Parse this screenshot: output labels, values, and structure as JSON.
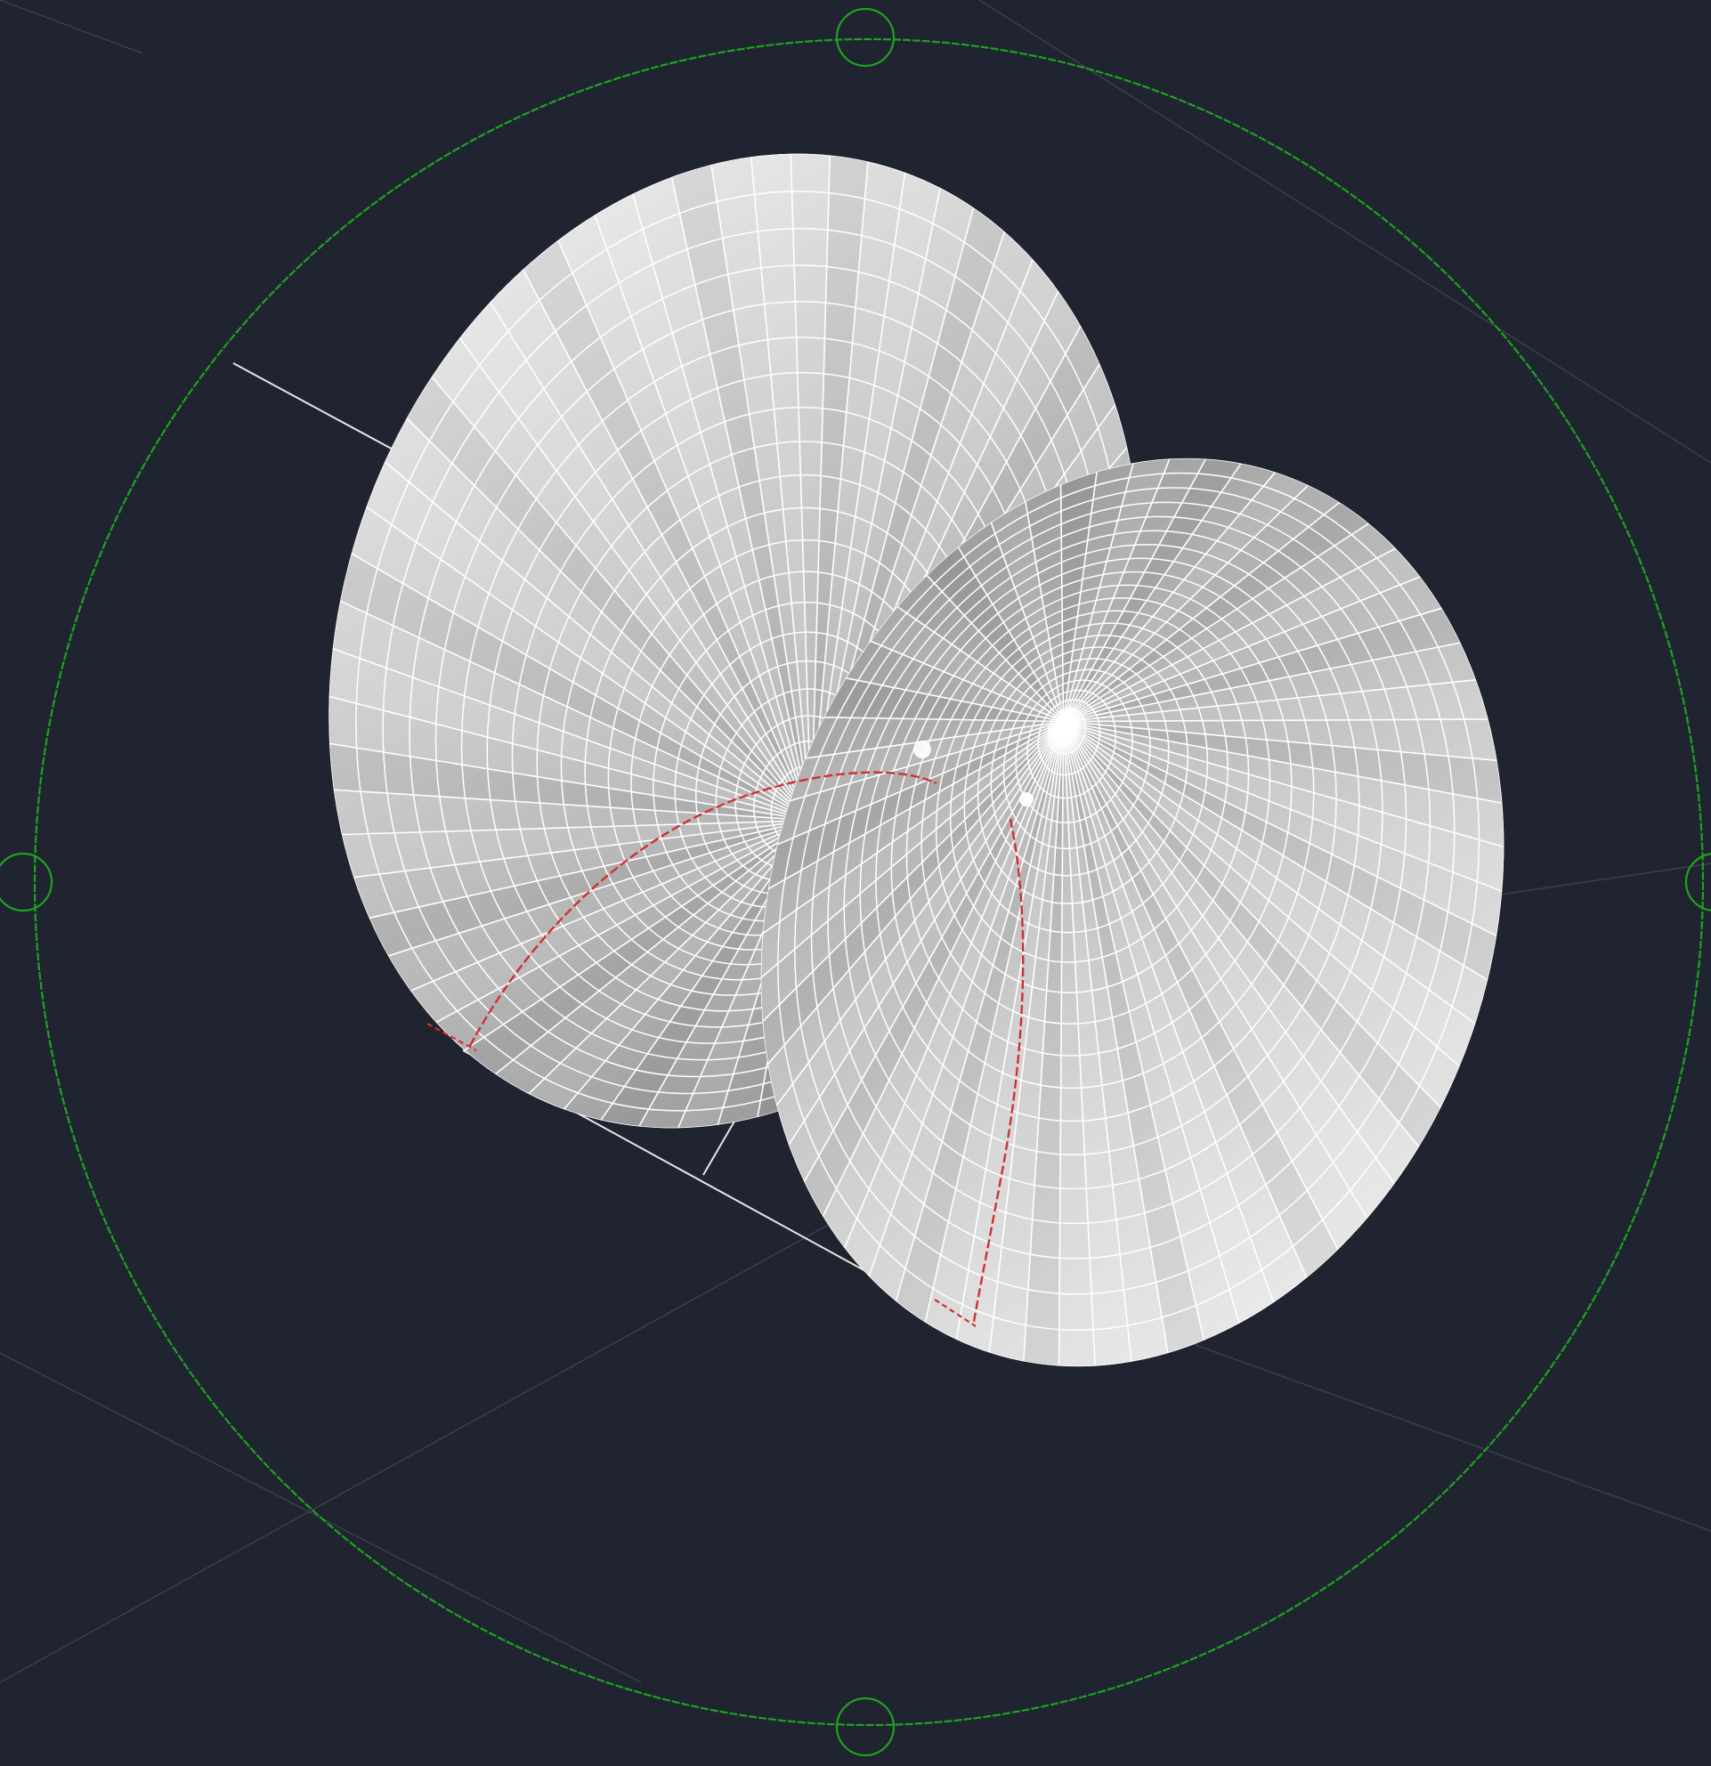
{
  "viewport": {
    "background_color": "#1f2430",
    "mode": "3D orbit view",
    "visual_style": "shaded with wireframe"
  },
  "orbit": {
    "color": "#1ea31e",
    "handles": [
      "top-handle",
      "bottom-handle",
      "left-handle",
      "right-handle"
    ]
  },
  "model": {
    "surface_colors": {
      "mesh_line": "#ffffff",
      "shade_light": "#eeeeee",
      "shade_dark": "#8f8f8f"
    },
    "path_color": "#d03030",
    "construction_line_color": "#e6e6e6",
    "surfaces": [
      "upper-left-lobe",
      "lower-right-lobe"
    ]
  }
}
